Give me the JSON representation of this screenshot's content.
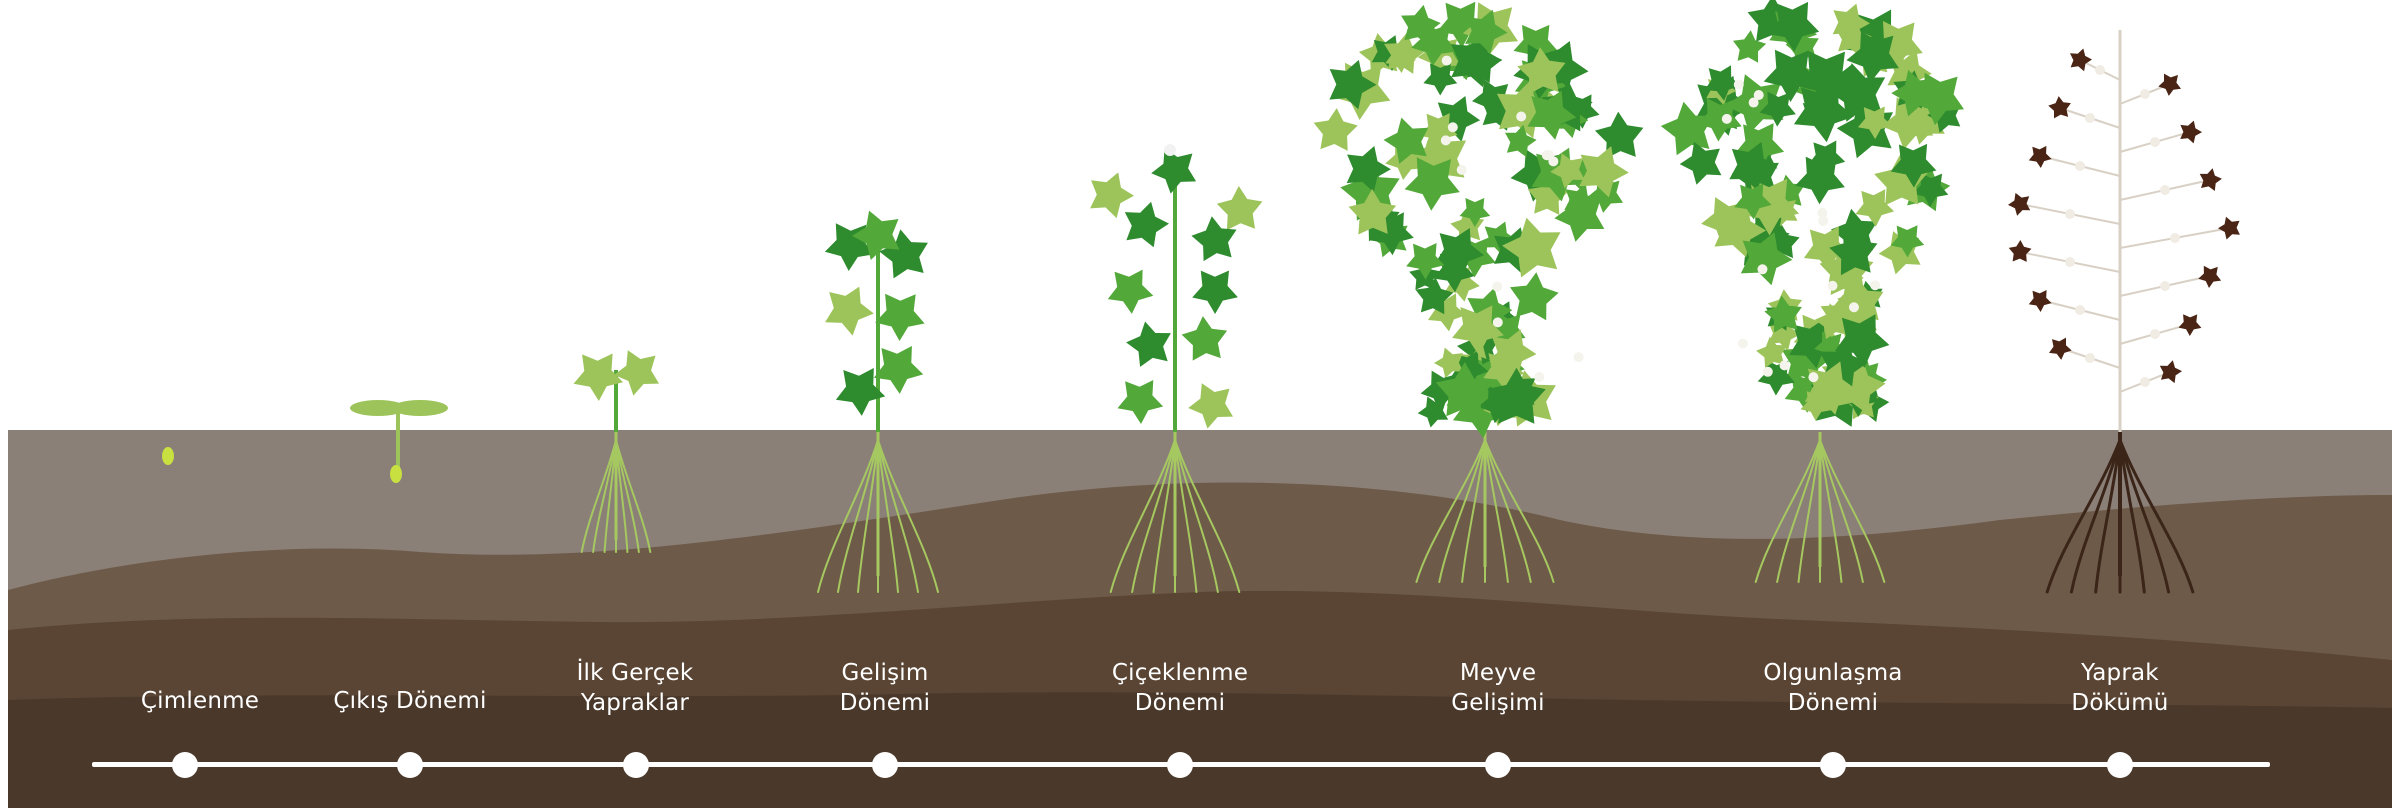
{
  "colors": {
    "background": "#ffffff",
    "soil_top": "#8a8078",
    "soil_mid": "#6e5a48",
    "soil_low": "#5a4534",
    "soil_deep": "#4a382a",
    "leaf_dark": "#2e8b2e",
    "leaf_mid": "#52a838",
    "leaf_light": "#9dc45a",
    "root": "#a6c860",
    "dry_root": "#3b2418",
    "dry_boll": "#4a2414",
    "seed": "#c8e040",
    "timeline": "#ffffff"
  },
  "icons": [
    "seed-icon",
    "seedling-icon",
    "plant-icon",
    "timeline-dot-icon"
  ],
  "stages": [
    {
      "label": "Çimlenme"
    },
    {
      "label": "Çıkış Dönemi"
    },
    {
      "label": "İlk Gerçek\nYapraklar"
    },
    {
      "label": "Gelişim\nDönemi"
    },
    {
      "label": "Çiçeklenme\nDönemi"
    },
    {
      "label": "Meyve\nGelişimi"
    },
    {
      "label": "Olgunlaşma\nDönemi"
    },
    {
      "label": "Yaprak\nDökümü"
    }
  ]
}
